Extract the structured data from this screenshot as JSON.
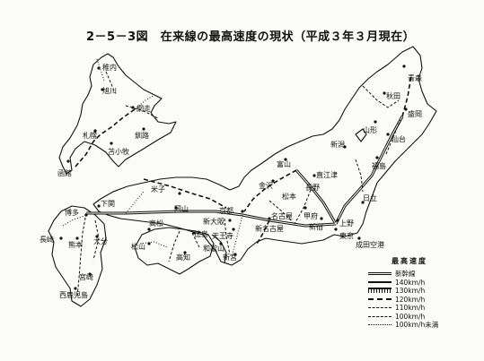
{
  "title": "2－5－3図　在来線の最高速度の現状（平成３年３月現在）",
  "cities": {
    "wakkanai": "稚内",
    "asahikawa": "旭川",
    "abashiri": "網走",
    "kushiro": "釧路",
    "sapporo": "札幌",
    "tomakomai": "苫小牧",
    "hakodate": "函館",
    "aomori": "青森",
    "akita": "秋田",
    "morioka": "盛岡",
    "yamagata": "山形",
    "sendai": "仙台",
    "niigata": "新潟",
    "fukushima": "福島",
    "toyama": "富山",
    "takasaki_naoe": "直江津",
    "kanazawa": "金沢",
    "nagano": "長野",
    "matsumoto": "松本",
    "kofu": "甲府",
    "hitachi": "日立",
    "shinjuku": "新宿",
    "ueno": "上野",
    "tokyo": "東京",
    "narita": "成田空港",
    "nagoya": "名古屋",
    "shin_nagoya": "新名古屋",
    "kyoto": "京都",
    "shin_osaka": "新大阪",
    "tennoji": "天王寺",
    "wakayama": "和歌山",
    "shingu": "新宮",
    "yonago": "米子",
    "okayama": "岡山",
    "shimonoseki": "下関",
    "hakata": "博多",
    "nagasaki": "長崎",
    "kumamoto": "熊本",
    "oita": "大分",
    "miyazaki": "宮崎",
    "nishi_kagoshima": "西鹿児島",
    "takamatsu": "高松",
    "matsuyama": "松山",
    "tokushima": "徳島",
    "kochi": "高知"
  },
  "legend": {
    "title": "最高速度",
    "items": [
      {
        "label": "新幹線"
      },
      {
        "label": "140km/h"
      },
      {
        "label": "130km/h"
      },
      {
        "label": "120km/h"
      },
      {
        "label": "110km/h"
      },
      {
        "label": "100km/h"
      },
      {
        "label": "100km/h未満"
      }
    ]
  }
}
